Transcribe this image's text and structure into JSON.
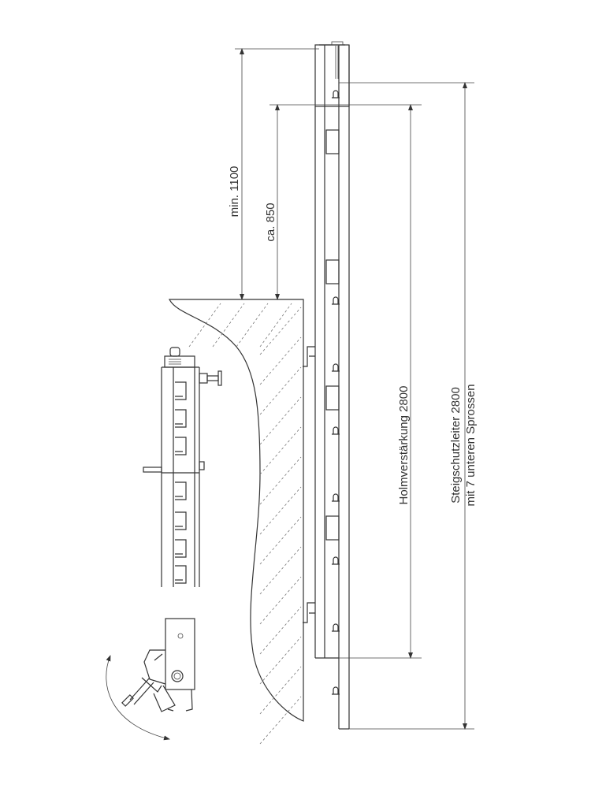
{
  "dimensions": {
    "min_height": "min. 1100",
    "approx_height": "ca. 850",
    "reinforcement": "Holmverstärkung 2800",
    "ladder_line1": "Steigschutzleiter 2800",
    "ladder_line2": "mit 7 unteren Sprossen"
  },
  "colors": {
    "line": "#333333",
    "background": "#ffffff"
  }
}
